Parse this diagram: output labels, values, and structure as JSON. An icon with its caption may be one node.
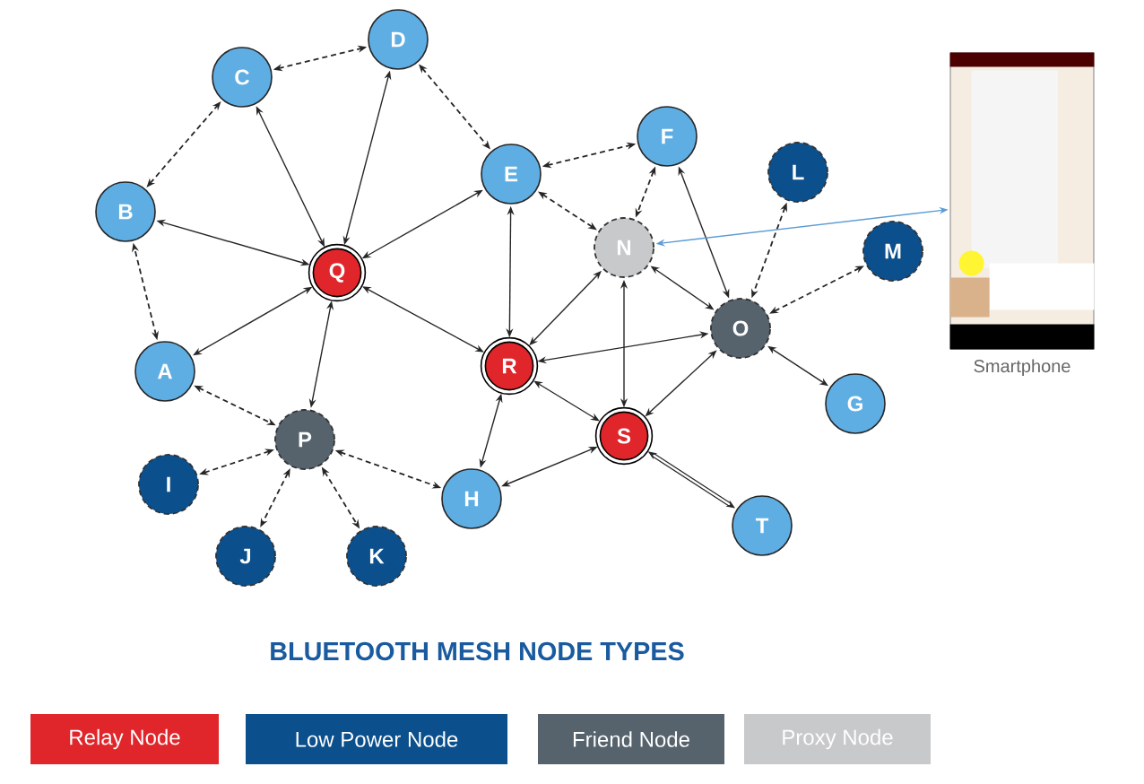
{
  "diagram": {
    "title": "BLUETOOTH MESH NODE TYPES",
    "nodes": [
      {
        "text": [
          "A"
        ]
      },
      {
        "text": [
          "B"
        ]
      },
      {
        "text": [
          "C"
        ]
      },
      {
        "text": [
          "D"
        ]
      },
      {
        "text": [
          "E"
        ]
      },
      {
        "text": [
          "F"
        ]
      },
      {
        "text": [
          "G"
        ]
      },
      {
        "text": [
          "H"
        ]
      },
      {
        "text": [
          "I"
        ]
      },
      {
        "text": [
          "J"
        ]
      },
      {
        "text": [
          "K"
        ]
      },
      {
        "text": [
          "L"
        ]
      },
      {
        "text": [
          "M"
        ]
      },
      {
        "text": [
          "N"
        ]
      },
      {
        "text": [
          "O"
        ]
      },
      {
        "text": [
          "P"
        ]
      },
      {
        "text": [
          "Q"
        ]
      },
      {
        "text": [
          "R"
        ]
      },
      {
        "text": [
          "S"
        ]
      },
      {
        "text": [
          "T"
        ]
      },
      {
        "text": [],
        "shape": "picture",
        "beside": [
          "Smartphone"
        ]
      }
    ],
    "edges": [
      {
        "from": 2,
        "to": 3,
        "arrow": "both",
        "style": "dashed"
      },
      {
        "from": 1,
        "to": 2,
        "arrow": "both",
        "style": "dashed"
      },
      {
        "from": 3,
        "to": 4,
        "arrow": "both",
        "style": "dashed"
      },
      {
        "from": 0,
        "to": 1,
        "arrow": "both",
        "style": "dashed"
      },
      {
        "from": 2,
        "to": 16,
        "arrow": "both"
      },
      {
        "from": 3,
        "to": 16,
        "arrow": "both"
      },
      {
        "from": 1,
        "to": 16,
        "arrow": "both"
      },
      {
        "from": 4,
        "to": 16,
        "arrow": "both"
      },
      {
        "from": 0,
        "to": 16,
        "arrow": "both"
      },
      {
        "from": 16,
        "to": 17,
        "arrow": "both"
      },
      {
        "from": 16,
        "to": 15,
        "arrow": "both"
      },
      {
        "from": 4,
        "to": 17,
        "arrow": "both"
      },
      {
        "from": 4,
        "to": 5,
        "arrow": "both",
        "style": "dashed"
      },
      {
        "from": 4,
        "to": 13,
        "arrow": "both",
        "style": "dashed"
      },
      {
        "from": 5,
        "to": 13,
        "arrow": "both",
        "style": "dashed"
      },
      {
        "from": 5,
        "to": 14,
        "arrow": "both"
      },
      {
        "from": 13,
        "to": 17,
        "arrow": "both"
      },
      {
        "from": 13,
        "to": 18,
        "arrow": "both"
      },
      {
        "from": 13,
        "to": 14,
        "arrow": "both"
      },
      {
        "from": 11,
        "to": 14,
        "arrow": "both",
        "style": "dashed"
      },
      {
        "from": 12,
        "to": 14,
        "arrow": "both",
        "style": "dashed"
      },
      {
        "from": 14,
        "to": 17,
        "arrow": "both"
      },
      {
        "from": 14,
        "to": 18,
        "arrow": "both"
      },
      {
        "from": 14,
        "to": 6,
        "arrow": "both"
      },
      {
        "from": 17,
        "to": 18,
        "arrow": "both"
      },
      {
        "from": 17,
        "to": 7,
        "arrow": "both"
      },
      {
        "from": 7,
        "to": 18,
        "arrow": "both"
      },
      {
        "from": 18,
        "to": 19,
        "arrow": "both",
        "style": "thick"
      },
      {
        "from": 0,
        "to": 15,
        "arrow": "both",
        "style": "dashed"
      },
      {
        "from": 15,
        "to": 8,
        "arrow": "both",
        "style": "dashed"
      },
      {
        "from": 15,
        "to": 9,
        "arrow": "both",
        "style": "dashed"
      },
      {
        "from": 15,
        "to": 10,
        "arrow": "both",
        "style": "dashed"
      },
      {
        "from": 15,
        "to": 7,
        "arrow": "both",
        "style": "dashed"
      },
      {
        "from": 20,
        "to": 13,
        "arrow": "both",
        "color": "#5b9bd5"
      }
    ],
    "legend": [
      {
        "text": "Relay Node",
        "color": "#e0262b"
      },
      {
        "text": "Low Power Node",
        "color": "#0b4f8c"
      },
      {
        "text": "Friend Node",
        "color": "#56636d"
      },
      {
        "text": "Proxy Node",
        "color": "#c8c9cb"
      }
    ]
  }
}
